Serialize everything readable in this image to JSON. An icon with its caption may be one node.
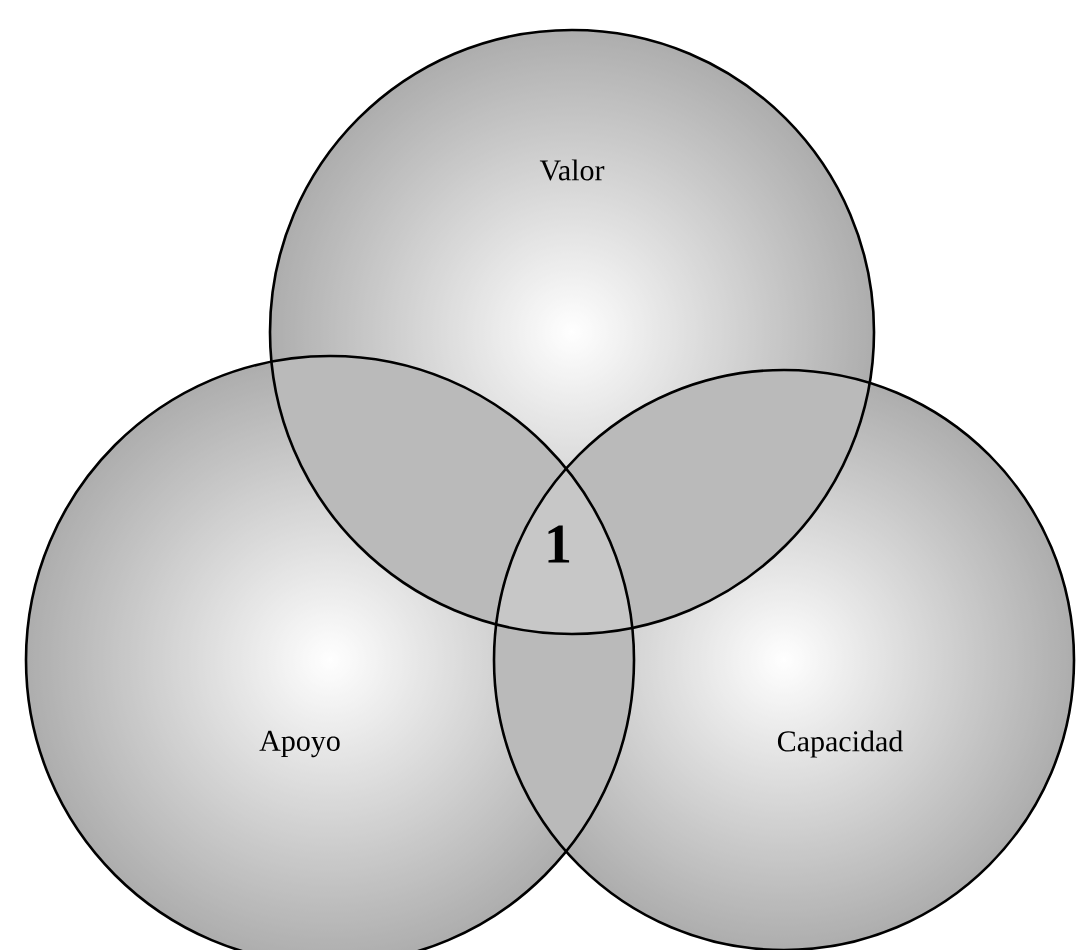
{
  "diagram": {
    "nodes": [
      {
        "text": [
          "Valor"
        ]
      },
      {
        "text": [
          "Apoyo"
        ]
      },
      {
        "text": [
          "Capacidad"
        ]
      }
    ],
    "labels": [
      "1"
    ]
  }
}
